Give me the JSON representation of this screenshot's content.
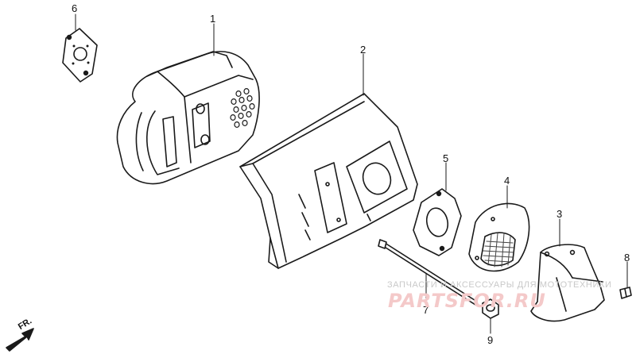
{
  "callouts": {
    "p1": "1",
    "p2": "2",
    "p3": "3",
    "p4": "4",
    "p5": "5",
    "p6": "6",
    "p7": "7",
    "p8": "8",
    "p9": "9"
  },
  "direction_label": "FR.",
  "watermark": {
    "caption": "ЗАПЧАСТИ И АКСЕССУАРЫ ДЛЯ МОТОТЕХНИКИ",
    "logo": "PARTSFOR.RU"
  }
}
